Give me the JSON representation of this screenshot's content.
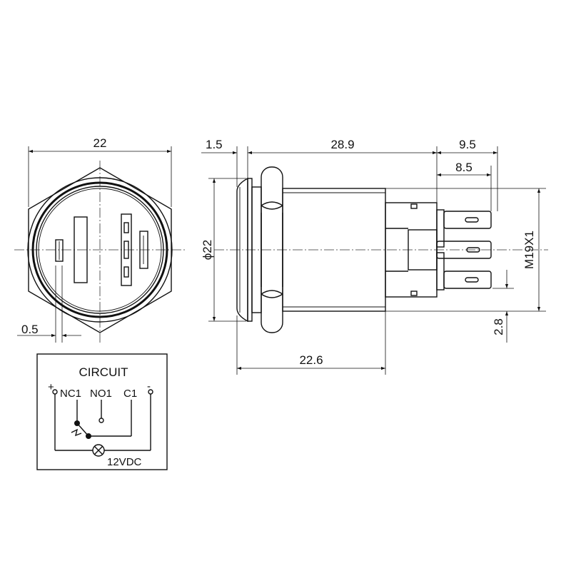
{
  "front_view": {
    "width_dim": "22",
    "gap_dim": "0.5"
  },
  "side_view": {
    "bezel_dim": "1.5",
    "body_dim": "28.9",
    "terminal_outer_dim": "9.5",
    "terminal_inner_dim": "8.5",
    "diameter_dim": "ϕ22",
    "thread_dim": "M19X1",
    "offset_dim": "2.8",
    "length_dim": "22.6"
  },
  "circuit": {
    "title": "CIRCUIT",
    "plus": "+",
    "minus": "-",
    "nc_label": "NC1",
    "no_label": "NO1",
    "c_label": "C1",
    "voltage": "12VDC"
  },
  "colors": {
    "line": "#111111",
    "background": "#ffffff"
  }
}
